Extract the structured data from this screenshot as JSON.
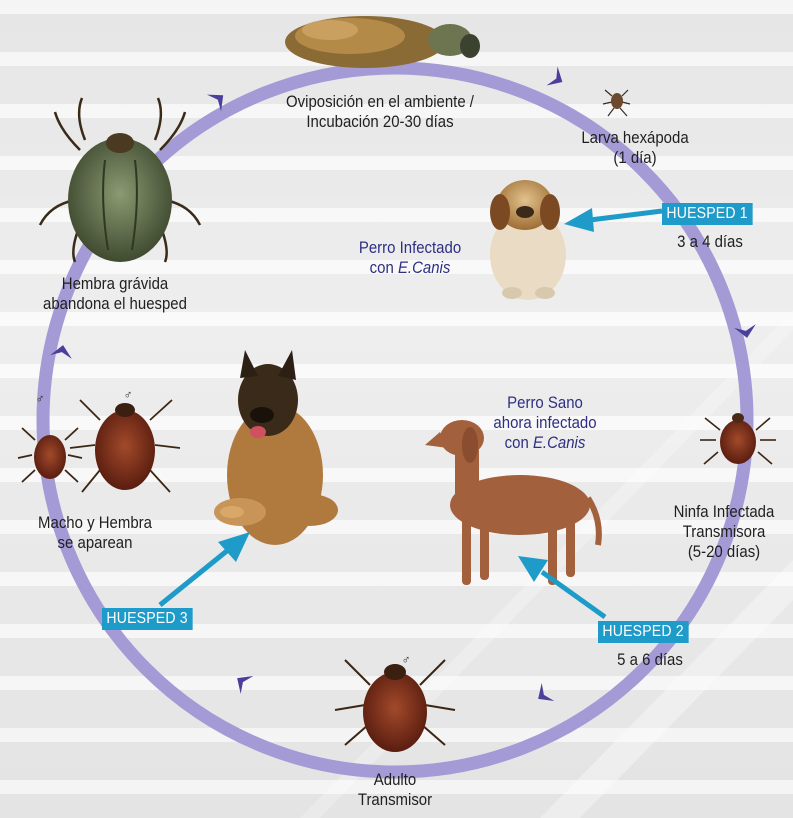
{
  "colors": {
    "ring": "#a39ad6",
    "chevron": "#4b3f9c",
    "accent": "#1f9bc9",
    "text_blue": "#2e2f82"
  },
  "labels": {
    "oviposition": [
      "Oviposición en el ambiente /",
      "Incubación 20-30 días"
    ],
    "larva": [
      "Larva hexápoda",
      "(1 día)"
    ],
    "host1_days": "3 a 4 días",
    "infected_dog": [
      "Perro Infectado",
      "con",
      "E.Canis"
    ],
    "female": [
      "Hembra grávida",
      "abandona el huesped"
    ],
    "healthy_dog": [
      "Perro Sano",
      "ahora infectado",
      "con",
      "E.Canis"
    ],
    "nymph": [
      "Ninfa Infectada",
      "Transmisora",
      "(5-20 días)"
    ],
    "mating": [
      "Macho y Hembra",
      "se aparean"
    ],
    "host2_days": "5 a 6 días",
    "adult": [
      "Adulto",
      "Transmisor"
    ]
  },
  "tags": {
    "host1": "HUESPED 1",
    "host2": "HUESPED 2",
    "host3": "HUESPED 3"
  },
  "symbols": {
    "male": "♂",
    "female": "♀"
  }
}
